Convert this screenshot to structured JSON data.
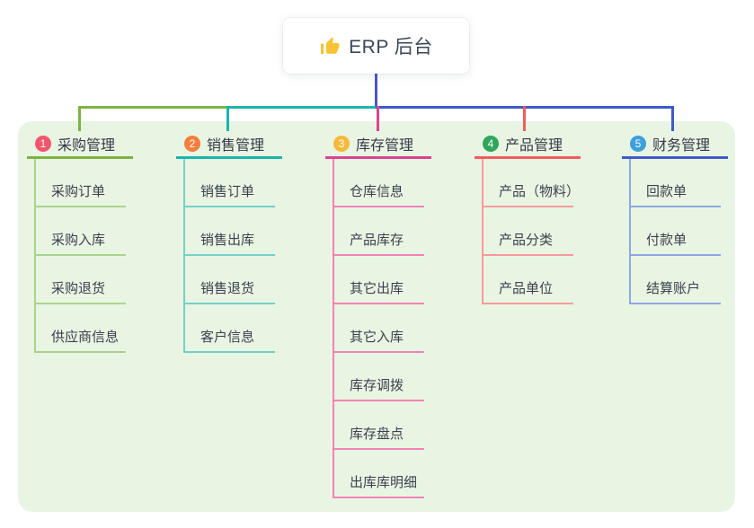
{
  "root": {
    "title": "ERP 后台",
    "icon": "thumbs-up-icon"
  },
  "colors": {
    "stem": "#4b56c8",
    "panel_bg": "#e9f5e3",
    "icon_yellow": "#f7c331"
  },
  "branches": [
    {
      "number": "1",
      "label": "采购管理",
      "badge_color": "#f2566c",
      "line_color": "#7cb342",
      "light_color": "#a9d48b",
      "children": [
        "采购订单",
        "采购入库",
        "采购退货",
        "供应商信息"
      ]
    },
    {
      "number": "2",
      "label": "销售管理",
      "badge_color": "#f47f3e",
      "line_color": "#1ab5ac",
      "light_color": "#74d0c8",
      "children": [
        "销售订单",
        "销售出库",
        "销售退货",
        "客户信息"
      ]
    },
    {
      "number": "3",
      "label": "库存管理",
      "badge_color": "#f6b93d",
      "line_color": "#dc4392",
      "light_color": "#f383b8",
      "children": [
        "仓库信息",
        "产品库存",
        "其它出库",
        "其它入库",
        "库存调拨",
        "库存盘点",
        "出库库明细"
      ]
    },
    {
      "number": "4",
      "label": "产品管理",
      "badge_color": "#2fa65c",
      "line_color": "#f25c5c",
      "light_color": "#f59b9b",
      "children": [
        "产品（物料）",
        "产品分类",
        "产品单位"
      ]
    },
    {
      "number": "5",
      "label": "财务管理",
      "badge_color": "#3f9fdc",
      "line_color": "#3e5bc8",
      "light_color": "#8fa7e0",
      "children": [
        "回款单",
        "付款单",
        "结算账户"
      ]
    }
  ]
}
